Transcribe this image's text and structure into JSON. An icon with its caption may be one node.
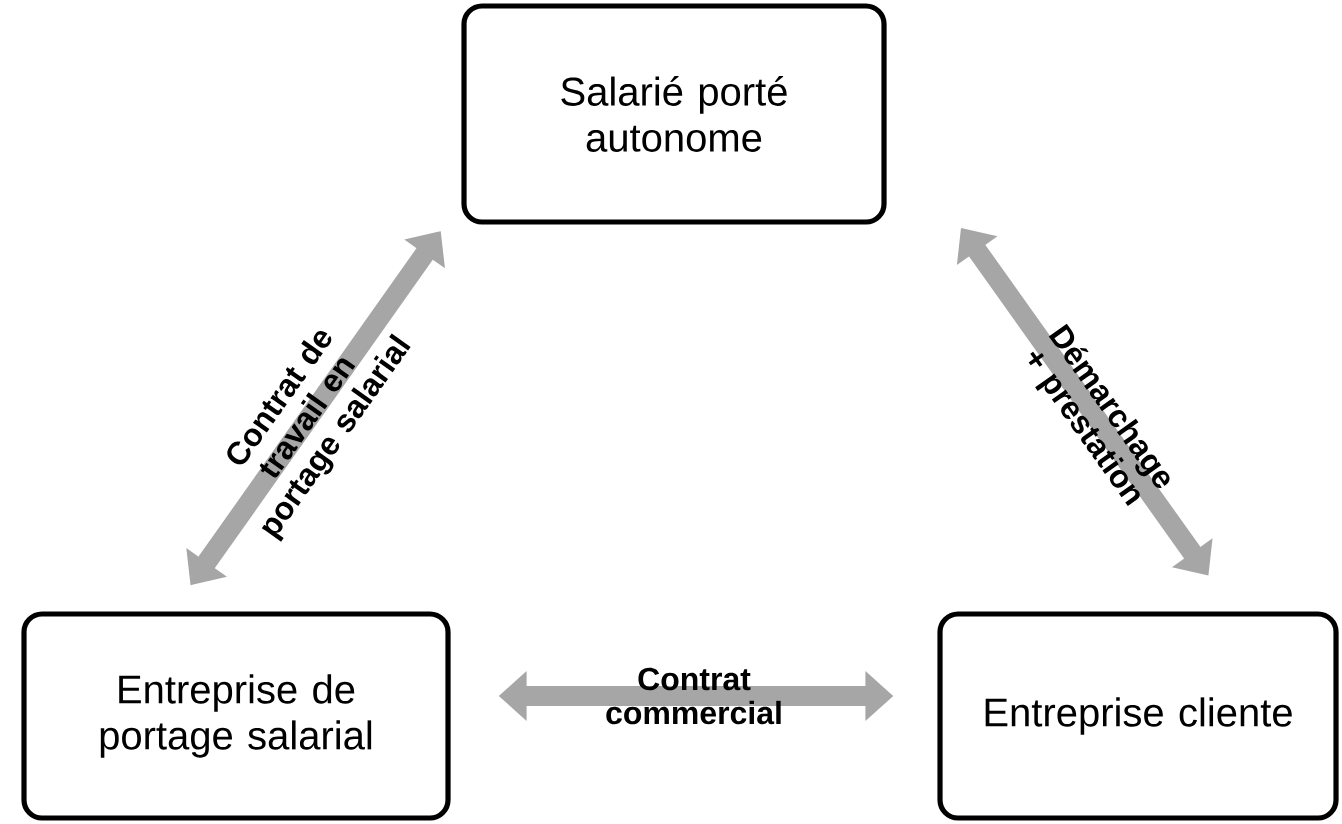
{
  "diagram": {
    "nodes": [
      {
        "text": [
          "Salarié porté autonome"
        ]
      },
      {
        "text": [
          "Entreprise de portage salarial"
        ]
      },
      {
        "text": [
          "Entreprise cliente"
        ]
      }
    ],
    "edges": [
      {
        "from": 1,
        "to": 0,
        "arrow": "both",
        "label": "Contrat de travail en portage salarial"
      },
      {
        "from": 0,
        "to": 2,
        "arrow": "both",
        "label": "Démarchage + prestation"
      },
      {
        "from": 1,
        "to": 2,
        "arrow": "both",
        "label": "Contrat commercial"
      }
    ]
  }
}
